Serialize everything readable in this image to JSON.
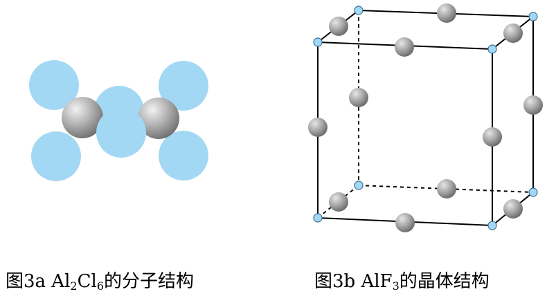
{
  "captions": {
    "a": {
      "prefix": "图3a  Al",
      "sub1": "2",
      "mid": "Cl",
      "sub2": "6",
      "suffix": "的分子结构"
    },
    "b": {
      "prefix": "图3b  AlF",
      "sub1": "3",
      "suffix": "的晶体结构"
    }
  },
  "colors": {
    "halogen_atom": "#9fd8f5",
    "aluminum_atom": "#a8a8a8",
    "lattice_line": "#000000"
  }
}
